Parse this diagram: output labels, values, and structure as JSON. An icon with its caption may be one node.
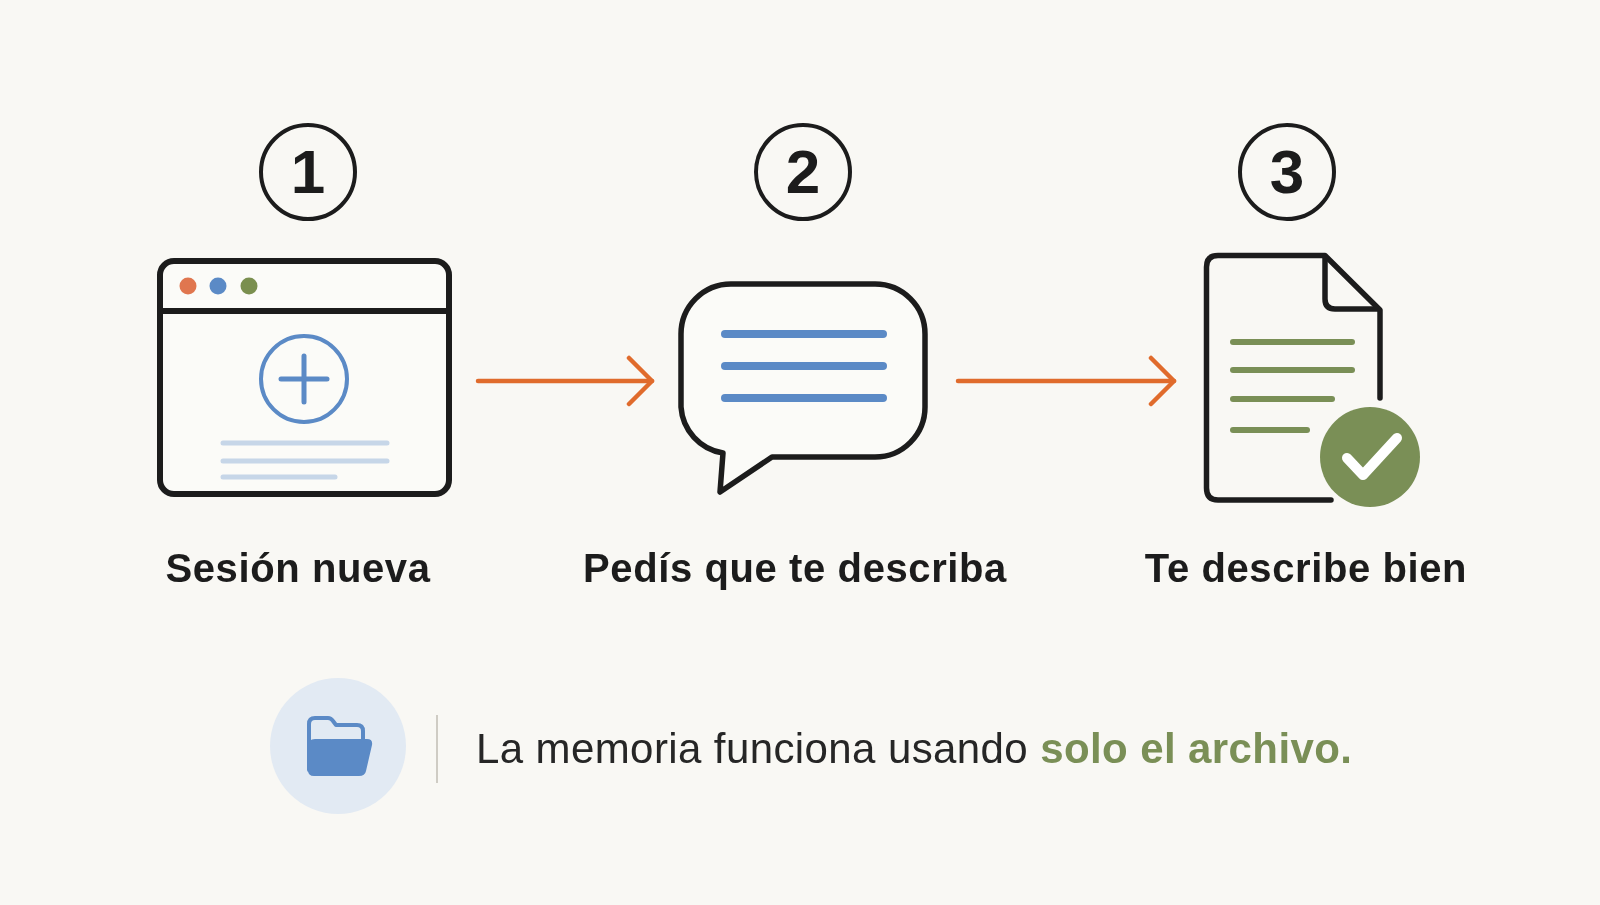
{
  "diagram": {
    "nodes": [
      {
        "text": [
          "1"
        ]
      },
      {
        "text": [],
        "shape": "picture",
        "beside": [
          "Sesión nueva"
        ]
      },
      {
        "text": [
          "2"
        ]
      },
      {
        "text": [],
        "shape": "picture",
        "beside": [
          "Pedís que te describa"
        ]
      },
      {
        "text": [
          "3"
        ]
      },
      {
        "text": [],
        "shape": "picture",
        "beside": [
          "Te describe bien"
        ]
      }
    ],
    "edges": [
      {
        "from": 1,
        "to": 3,
        "arrow": "to"
      },
      {
        "from": 3,
        "to": 5,
        "arrow": "to"
      }
    ],
    "labels": [
      "La memoria funciona usando **solo el archivo.**"
    ]
  }
}
